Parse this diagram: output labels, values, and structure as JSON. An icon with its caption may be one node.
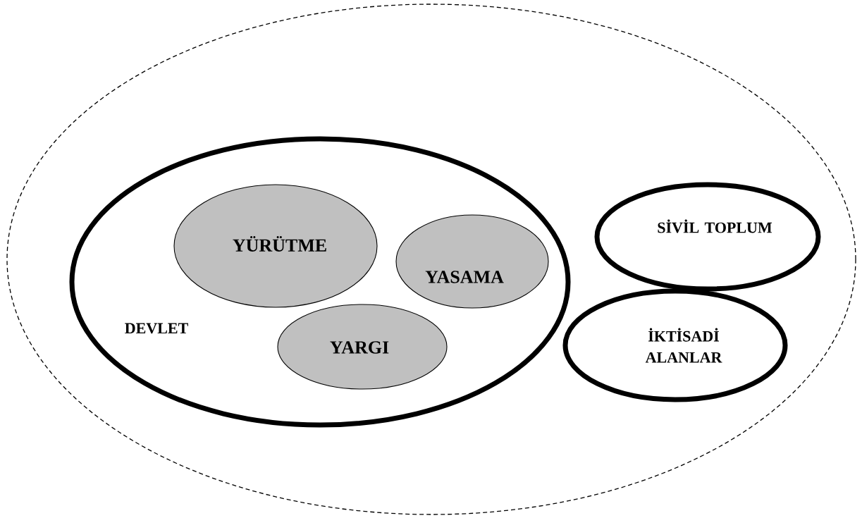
{
  "diagram": {
    "nodes": [
      {
        "text": [],
        "shape": "ellipse"
      },
      {
        "text": [
          "DEVLET"
        ],
        "in": 0
      },
      {
        "text": [
          "YÜRÜTME"
        ],
        "in": 1
      },
      {
        "text": [
          "YASAMA"
        ],
        "in": 1
      },
      {
        "text": [
          "YARGI"
        ],
        "in": 1
      },
      {
        "text": [
          "SİVİL TOPLUM"
        ],
        "in": 0
      },
      {
        "text": [
          "İKTİSADİ ALANLAR"
        ],
        "in": 0
      }
    ]
  }
}
